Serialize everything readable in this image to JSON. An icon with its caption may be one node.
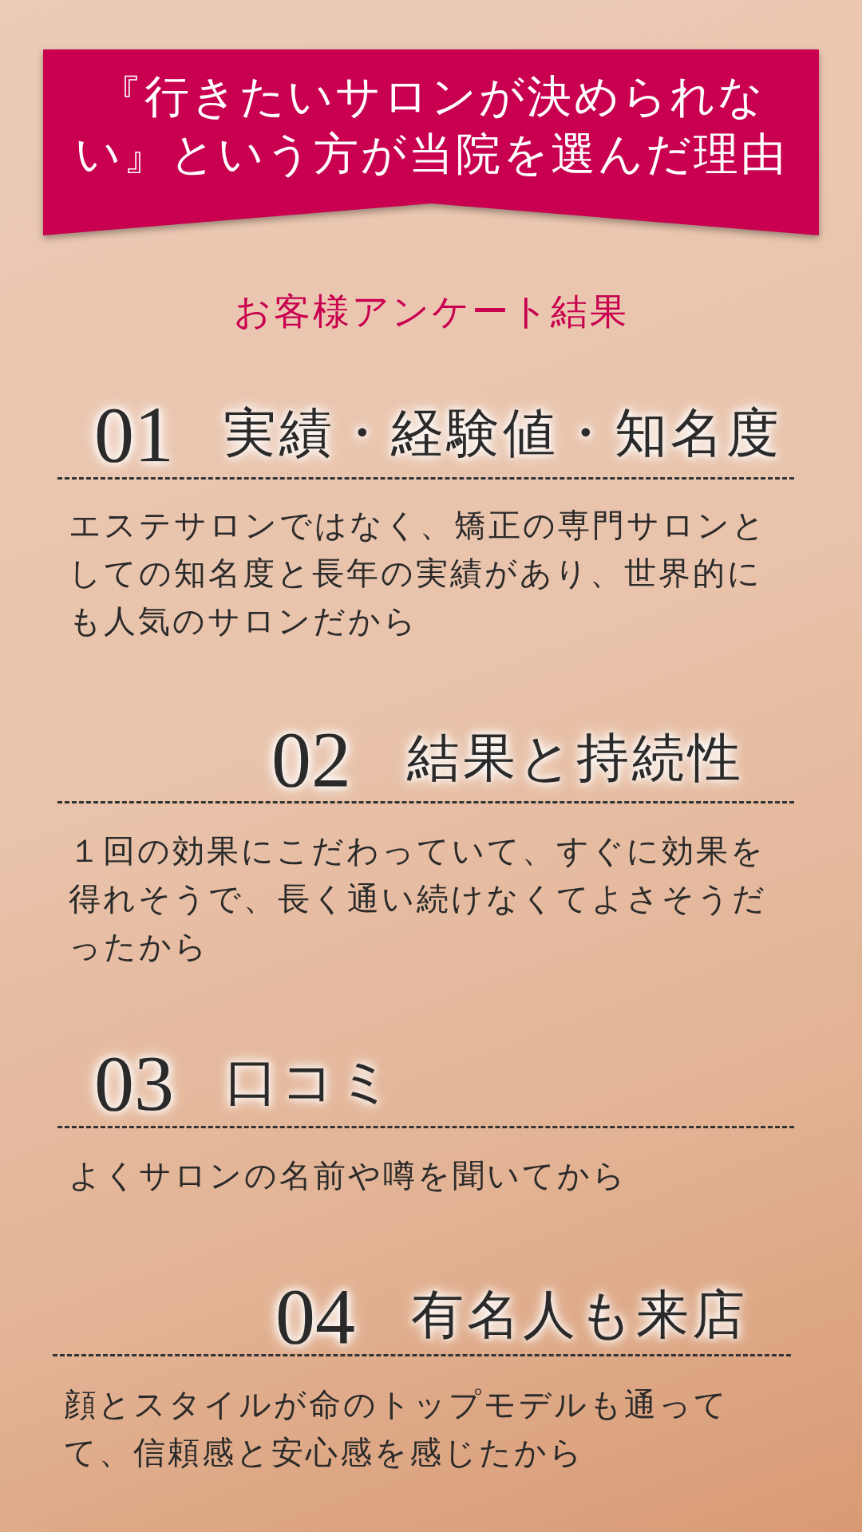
{
  "diagram": {
    "title": "『行きたいサロンが決められない』という方が当院を選んだ理由",
    "labels": [
      "お客様アンケート結果",
      "01",
      "実績・経験値・知名度",
      "エステサロンではなく、矯正の専門サロンとしての知名度と長年の実績があり、世界的にも人気のサロンだから",
      "02",
      "結果と持続性",
      "１回の効果にこだわっていて、すぐに効果を得れそうで、長く通い続けなくてよさそうだったから",
      "03",
      "口コミ",
      "よくサロンの名前や噂を聞いてから",
      "04",
      "有名人も来店",
      "顔とスタイルが命のトップモデルも通ってて、信頼感と安心感を感じたから"
    ]
  }
}
